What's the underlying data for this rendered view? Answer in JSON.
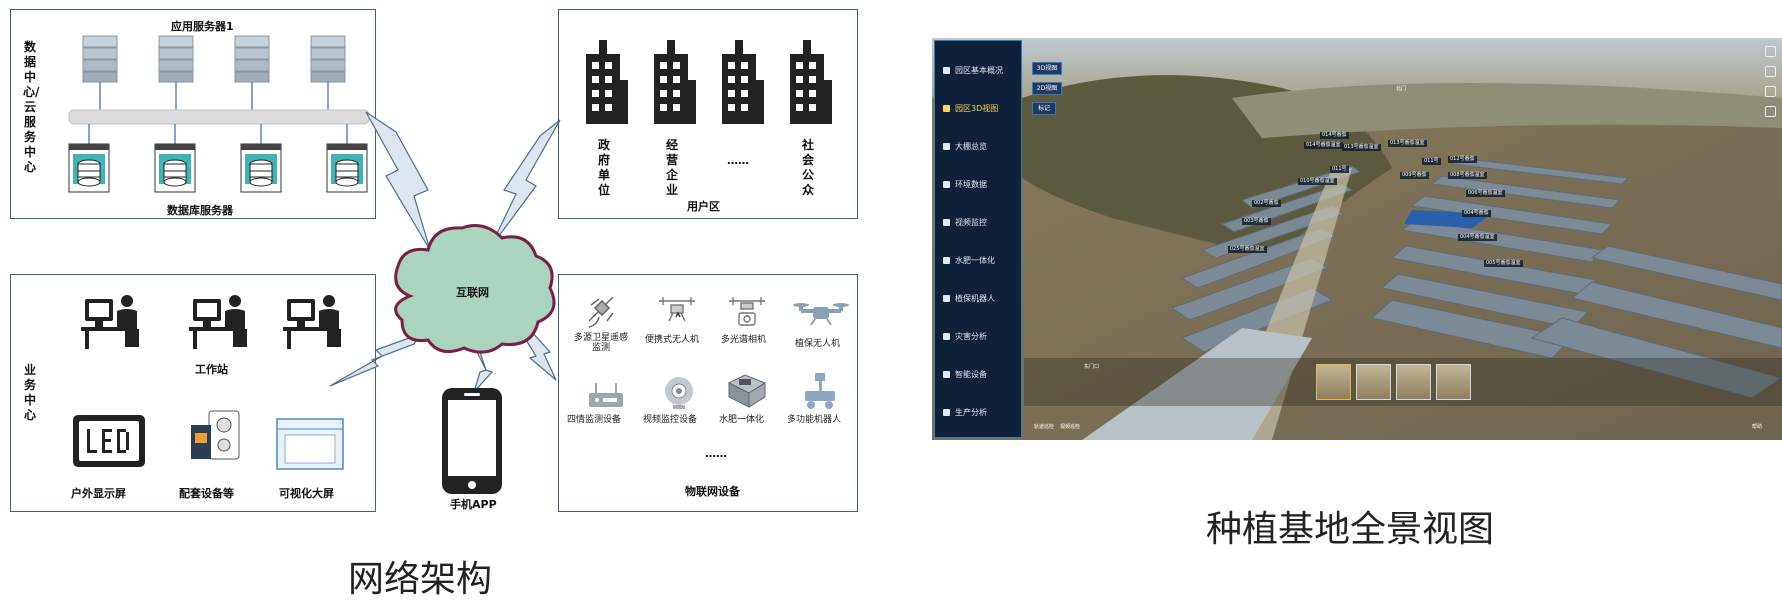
{
  "diagram": {
    "datacenter": {
      "side_label": "数据中心/云服务中心",
      "app_server_label": "应用服务器1",
      "db_server_label": "数据库服务器"
    },
    "users": {
      "items": [
        "政府单位",
        "经营企业",
        "……",
        "社会公众"
      ],
      "label": "用户区"
    },
    "business": {
      "side_label": "业务中心",
      "workstation_label": "工作站",
      "devices": [
        "户外显示屏",
        "配套设备等",
        "可视化大屏"
      ]
    },
    "internet_label": "互联网",
    "mobile_label": "手机APP",
    "iot": {
      "devices_row1": [
        "多源卫星遥感监测",
        "便携式无人机",
        "多光谱相机",
        "植保无人机"
      ],
      "devices_row2": [
        "四情监测设备",
        "视频监控设备",
        "水肥一体化",
        "多功能机器人"
      ],
      "ellipsis": "……",
      "label": "物联网设备"
    },
    "caption": "网络架构"
  },
  "screenshot": {
    "caption": "种植基地全景视图",
    "sidebar": [
      {
        "label": "园区基本概况",
        "active": false
      },
      {
        "label": "园区3D视图",
        "active": true
      },
      {
        "label": "大棚总览",
        "active": false
      },
      {
        "label": "环境数据",
        "active": false
      },
      {
        "label": "视频监控",
        "active": false
      },
      {
        "label": "水肥一体化",
        "active": false
      },
      {
        "label": "植保机器人",
        "active": false
      },
      {
        "label": "灾害分析",
        "active": false
      },
      {
        "label": "智能设备",
        "active": false
      },
      {
        "label": "生产分析",
        "active": false
      }
    ],
    "view_buttons": [
      "3D视图",
      "2D视图",
      "标记"
    ],
    "north_label": "北门",
    "plot_tags": [
      "014号番茄",
      "014号番茄温室",
      "013号番茄温室",
      "013号番茄温室",
      "011号",
      "012号番茄",
      "009号番茄",
      "011号",
      "010号番茄温室",
      "008号番茄温室",
      "002号番茄",
      "003号番茄",
      "006号番茄温室",
      "004号番茄",
      "025号番茄温室",
      "004号番茄温室",
      "005号番茄温室"
    ],
    "bottom_left_label": "东门口",
    "bottom_icons": [
      "轨道巡检",
      "视频巡检"
    ],
    "help_label": "帮助"
  },
  "colors": {
    "panel_border": "#3f6383",
    "cloud_fill": "#a9d4c0",
    "cloud_stroke": "#7a1f45",
    "bolt_fill": "#dde6f0",
    "bolt_stroke": "#4b6e8e",
    "db_teal": "#3fb3b8",
    "sidebar_bg": "#0f2138",
    "sidebar_active": "#ffd35a"
  }
}
